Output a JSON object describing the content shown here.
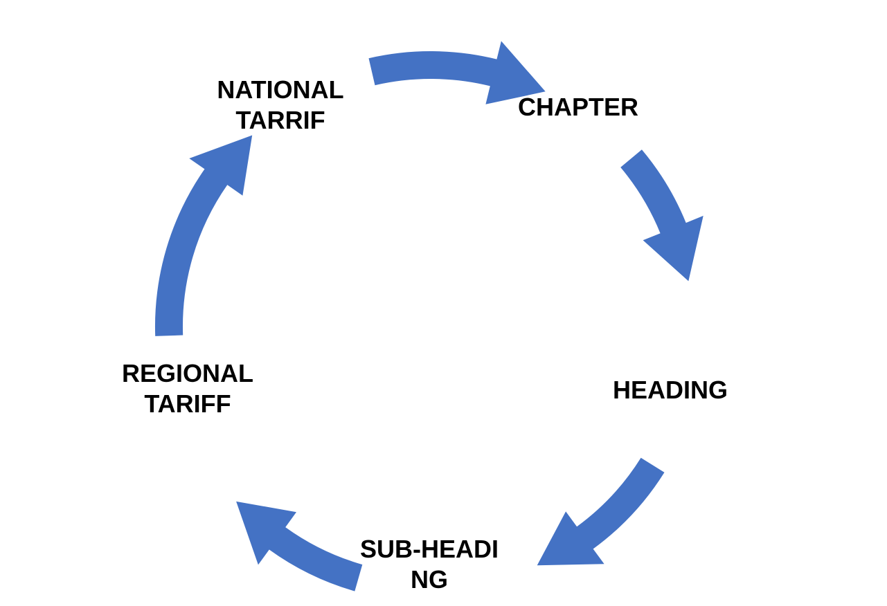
{
  "diagram": {
    "type": "cycle",
    "arrow_color": "#4472C4",
    "text_color": "#000000",
    "background": "#FFFFFF",
    "nodes": [
      {
        "id": "chapter",
        "lines": [
          "CHAPTER"
        ]
      },
      {
        "id": "heading",
        "lines": [
          "HEADING"
        ]
      },
      {
        "id": "sub_heading",
        "lines": [
          "SUB-HEADI",
          "NG"
        ]
      },
      {
        "id": "regional_tariff",
        "lines": [
          "REGIONAL",
          "TARIFF"
        ]
      },
      {
        "id": "national_tarrif",
        "lines": [
          "NATIONAL",
          "TARRIF"
        ]
      }
    ],
    "arrows": [
      {
        "from": "national_tarrif",
        "to": "chapter",
        "icon": "curved-arrow-icon"
      },
      {
        "from": "chapter",
        "to": "heading",
        "icon": "curved-arrow-icon"
      },
      {
        "from": "heading",
        "to": "sub_heading",
        "icon": "curved-arrow-icon"
      },
      {
        "from": "sub_heading",
        "to": "regional_tariff",
        "icon": "curved-arrow-icon"
      },
      {
        "from": "regional_tariff",
        "to": "national_tarrif",
        "icon": "curved-arrow-icon"
      }
    ]
  }
}
